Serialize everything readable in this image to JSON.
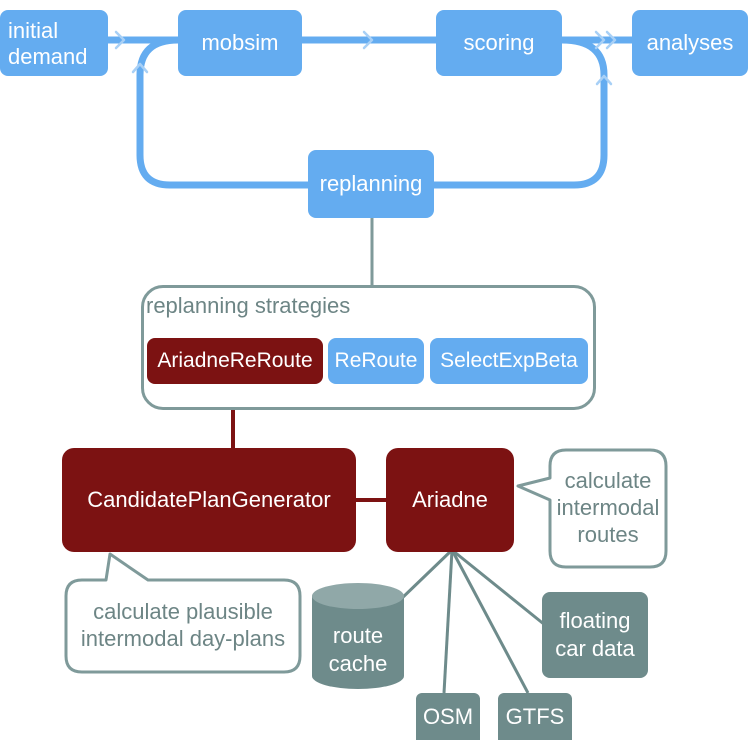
{
  "loop": {
    "initial_demand": "initial\ndemand",
    "mobsim": "mobsim",
    "scoring": "scoring",
    "analyses": "analyses",
    "replanning": "replanning"
  },
  "strategies": {
    "title": "replanning strategies",
    "items": [
      "AriadneReRoute",
      "ReRoute",
      "SelectExpBeta"
    ]
  },
  "components": {
    "generator": "CandidatePlanGenerator",
    "router": "Ariadne"
  },
  "callouts": {
    "router_note": "calculate\nintermodal\nroutes",
    "generator_note": "calculate plausible\nintermodal day-plans"
  },
  "data_sources": {
    "route_cache": "route\ncache",
    "floating_car_data": "floating\ncar data",
    "osm": "OSM",
    "gtfs": "GTFS"
  },
  "colors": {
    "loop_blue": "#64acf0",
    "component_maroon": "#7c1212",
    "outline_gray": "#7f9a9a",
    "data_gray": "#6e8b8b"
  }
}
